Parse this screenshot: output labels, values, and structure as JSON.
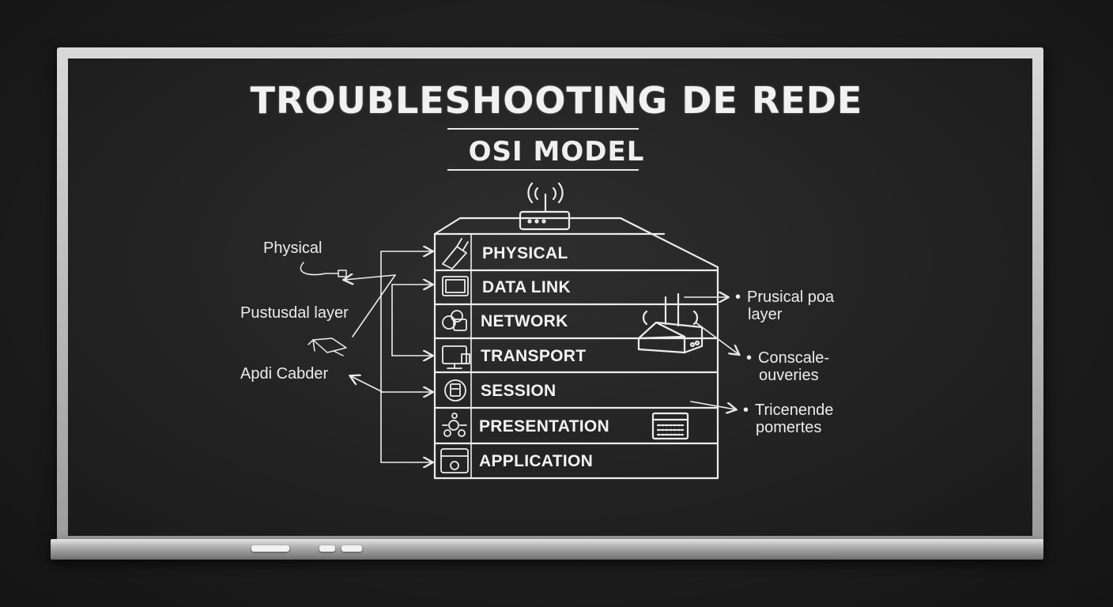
{
  "title": "TROUBLESHOOTING DE REDE",
  "subtitle": "OSI MODEL",
  "layers": [
    {
      "label": "PHYSICAL",
      "icon": "cable-connector-icon"
    },
    {
      "label": "DATA LINK",
      "icon": "monitor-icon"
    },
    {
      "label": "NETWORK",
      "icon": "network-nodes-icon"
    },
    {
      "label": "TRANSPORT",
      "icon": "computer-icon"
    },
    {
      "label": "SESSION",
      "icon": "document-icon"
    },
    {
      "label": "PRESENTATION",
      "icon": "gear-cluster-icon"
    },
    {
      "label": "APPLICATION",
      "icon": "app-window-icon"
    }
  ],
  "left_notes": [
    {
      "text": "Physical"
    },
    {
      "text": "Pustusdal layer"
    },
    {
      "text": "Apdi Cabder"
    }
  ],
  "right_notes": [
    {
      "line1": "Prusical poa",
      "line2": "layer"
    },
    {
      "line1": "Conscale-",
      "line2": "ouveries"
    },
    {
      "line1": "Tricenende",
      "line2": "pomertes"
    }
  ],
  "colors": {
    "chalk": "#f1f1f1",
    "board": "#232323",
    "frame": "#c8c8c8"
  }
}
